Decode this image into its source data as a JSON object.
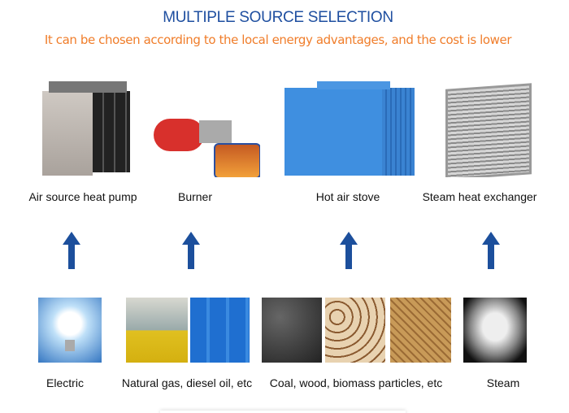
{
  "header": {
    "title": "MULTIPLE SOURCE SELECTION",
    "subtitle": "It can be chosen according to the local energy advantages, and the cost is lower"
  },
  "equipment": [
    {
      "label": "Air source heat pump",
      "icon": "heat-pump-image"
    },
    {
      "label": "Burner",
      "icon": "burner-image"
    },
    {
      "label": "Hot air stove",
      "icon": "hot-air-stove-image"
    },
    {
      "label": "Steam heat exchanger",
      "icon": "steam-heat-exchanger-image"
    }
  ],
  "sources": [
    {
      "label": "Electric",
      "icon": "light-bulb-image"
    },
    {
      "label": "Natural gas, diesel oil, etc",
      "icon": "gas-oil-image"
    },
    {
      "label": "Coal, wood, biomass particles, etc",
      "icon": "coal-wood-pellets-image"
    },
    {
      "label": "Steam",
      "icon": "steam-image"
    }
  ],
  "colors": {
    "title": "#1f4fa0",
    "subtitle": "#f07d2a",
    "arrow": "#1c4f9c"
  }
}
